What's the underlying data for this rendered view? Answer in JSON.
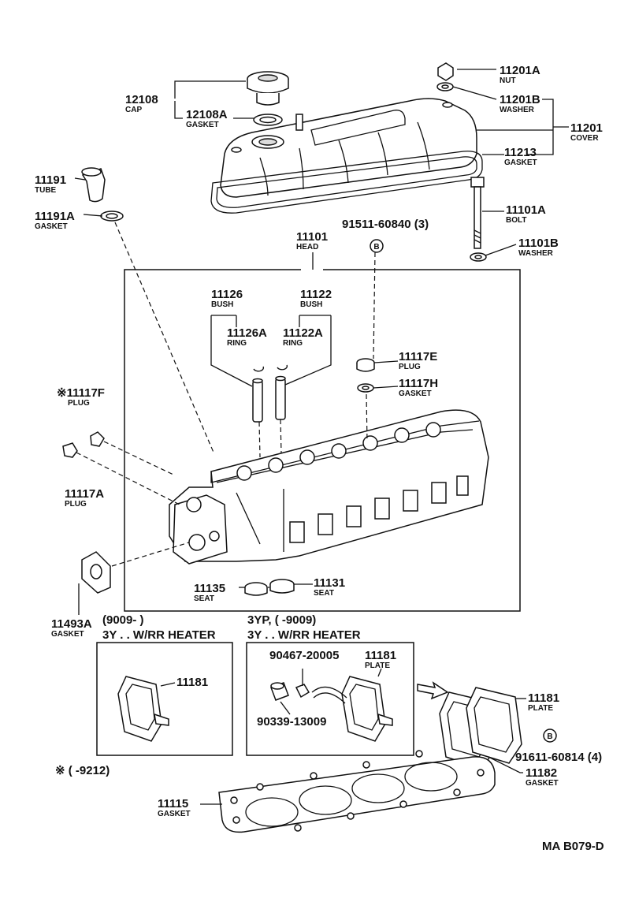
{
  "parts": {
    "p12108": {
      "no": "12108",
      "name": "CAP"
    },
    "p12108a": {
      "no": "12108A",
      "name": "GASKET"
    },
    "p11201a": {
      "no": "11201A",
      "name": "NUT"
    },
    "p11201b": {
      "no": "11201B",
      "name": "WASHER"
    },
    "p11201": {
      "no": "11201",
      "name": "COVER"
    },
    "p11213": {
      "no": "11213",
      "name": "GASKET"
    },
    "p11191": {
      "no": "11191",
      "name": "TUBE"
    },
    "p11191a": {
      "no": "11191A",
      "name": "GASKET"
    },
    "p91511": {
      "no": "91511-60840 (3)"
    },
    "p11101a": {
      "no": "11101A",
      "name": "BOLT"
    },
    "p11101b": {
      "no": "11101B",
      "name": "WASHER"
    },
    "p11101": {
      "no": "11101",
      "name": "HEAD"
    },
    "p11126": {
      "no": "11126",
      "name": "BUSH"
    },
    "p11122": {
      "no": "11122",
      "name": "BUSH"
    },
    "p11126a": {
      "no": "11126A",
      "name": "RING"
    },
    "p11122a": {
      "no": "11122A",
      "name": "RING"
    },
    "p11117e": {
      "no": "11117E",
      "name": "PLUG"
    },
    "p11117h": {
      "no": "11117H",
      "name": "GASKET"
    },
    "p11117f": {
      "no": "※11117F",
      "name": "PLUG"
    },
    "p11117a": {
      "no": "11117A",
      "name": "PLUG"
    },
    "p11135": {
      "no": "11135",
      "name": "SEAT"
    },
    "p11131": {
      "no": "11131",
      "name": "SEAT"
    },
    "p11493a": {
      "no": "11493A",
      "name": "GASKET"
    },
    "p11181_left": {
      "no": "11181"
    },
    "p90467": {
      "no": "90467-20005"
    },
    "p11181_mid": {
      "no": "11181",
      "name": "PLATE"
    },
    "p90339": {
      "no": "90339-13009"
    },
    "p11181_right": {
      "no": "11181",
      "name": "PLATE"
    },
    "p91611": {
      "no": "91611-60814 (4)"
    },
    "p11182": {
      "no": "11182",
      "name": "GASKET"
    },
    "p11115": {
      "no": "11115",
      "name": "GASKET"
    }
  },
  "markers": {
    "b": "B"
  },
  "captions": {
    "left_date": "(9009-          )",
    "left_model": "3Y . . W/RR HEATER",
    "mid_date": "3YP, (          -9009)",
    "mid_model": "3Y . . W/RR HEATER",
    "footnote": "※ (          -9212)",
    "ref": "MA B079-D"
  }
}
